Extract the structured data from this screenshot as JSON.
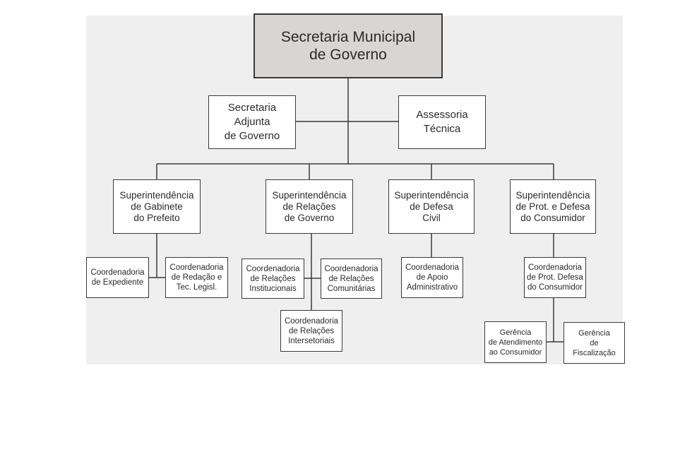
{
  "org_chart": {
    "colors": {
      "line": "#3a3a3a",
      "root_fill": "#d7d6d4",
      "panel": "#efefef"
    },
    "root": {
      "label": "Secretaria Municipal\nde Governo"
    },
    "advisory": [
      {
        "label": "Secretaria\nAdjunta\nde Governo"
      },
      {
        "label": "Assessoria\nTécnica"
      }
    ],
    "superintendencies": [
      {
        "label": "Superintendência\nde Gabinete\ndo Prefeito"
      },
      {
        "label": "Superintendência\nde Relações\nde Governo"
      },
      {
        "label": "Superintendência\nde Defesa\nCivil"
      },
      {
        "label": "Superintendência\nde Prot. e Defesa\ndo Consumidor"
      }
    ],
    "coordinations": [
      {
        "label": "Coordenadoria\nde Expediente"
      },
      {
        "label": "Coordenadoria\nde Redação e\nTec. Legisl."
      },
      {
        "label": "Coordenadoria\nde Relações\nInstitucionais"
      },
      {
        "label": "Coordenadoria\nde Relações\nComunitárias"
      },
      {
        "label": "Coordenadoria\nde Relações\nIntersetoriais"
      },
      {
        "label": "Coordenadoria\nde Apoio\nAdministrativo"
      },
      {
        "label": "Coordenadoria\nde Prot. Defesa\ndo Consumidor"
      }
    ],
    "managements": [
      {
        "label": "Gerência\nde Atendimento\nao Consumidor"
      },
      {
        "label": "Gerência\nde\nFiscalização"
      }
    ]
  }
}
